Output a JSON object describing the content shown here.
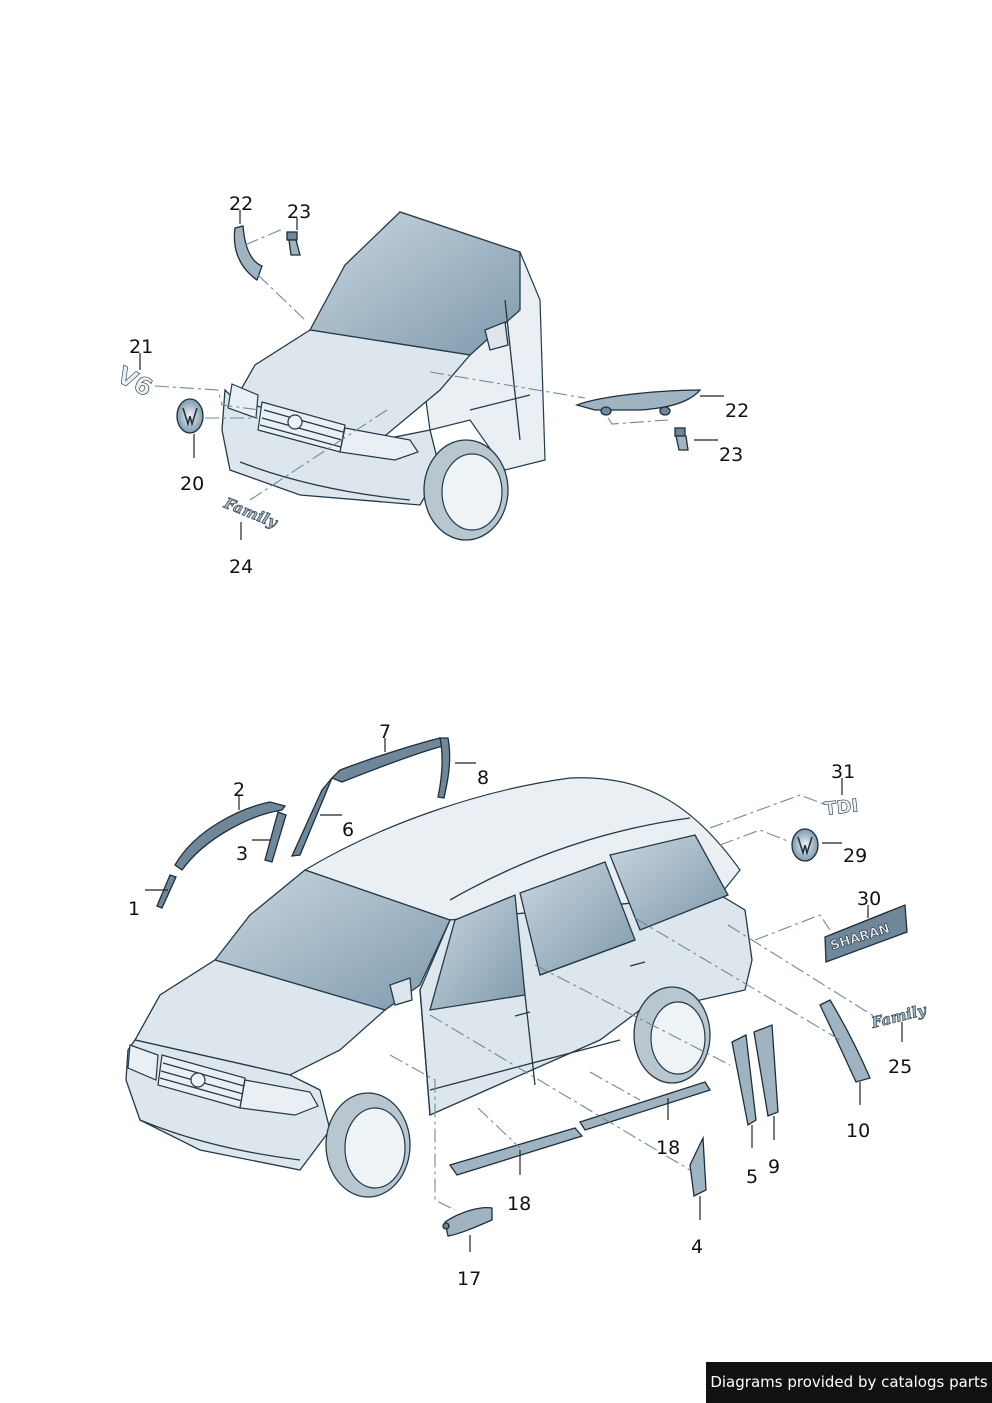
{
  "credit": "Diagrams provided by catalogs parts",
  "badges": {
    "v6": "V6",
    "family": "Family",
    "tdi": "TDI",
    "sharan": "SHARAN"
  },
  "callouts_top": {
    "c22a": "22",
    "c23a": "23",
    "c21": "21",
    "c20": "20",
    "c24": "24",
    "c22b": "22",
    "c23b": "23"
  },
  "callouts_bottom": {
    "c1": "1",
    "c2": "2",
    "c3": "3",
    "c4": "4",
    "c5": "5",
    "c6": "6",
    "c7": "7",
    "c8": "8",
    "c9": "9",
    "c10": "10",
    "c17": "17",
    "c18a": "18",
    "c18b": "18",
    "c25": "25",
    "c29": "29",
    "c30": "30",
    "c31": "31"
  },
  "colors": {
    "ink": "#233a48",
    "glass": "#8fa9bb",
    "body": "#dde6ec",
    "credit_bg": "#111111"
  }
}
